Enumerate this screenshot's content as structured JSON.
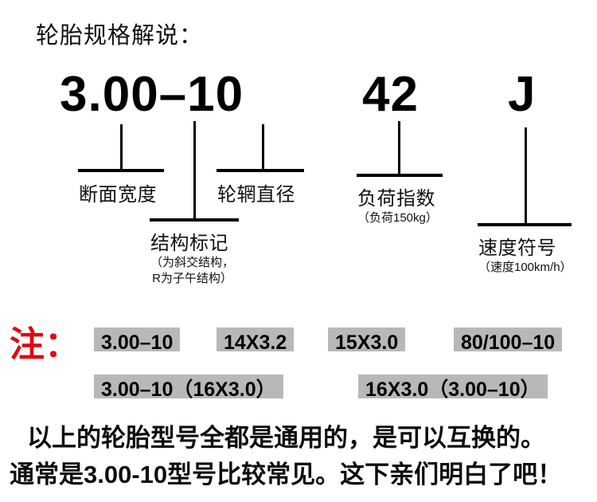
{
  "title": "轮胎规格解说：",
  "spec": {
    "size_code": "3.00–10",
    "load_index": "42",
    "speed_symbol": "J"
  },
  "callouts": [
    {
      "key": "section_width",
      "label": "断面宽度",
      "sub": ""
    },
    {
      "key": "construction_mark",
      "label": "结构标记",
      "sub_line1": "（为斜交结构，",
      "sub_line2": "R为子午结构）"
    },
    {
      "key": "rim_diameter",
      "label": "轮辋直径",
      "sub": ""
    },
    {
      "key": "load_index",
      "label": "负荷指数",
      "sub": "（负荷150kg）"
    },
    {
      "key": "speed_symbol",
      "label": "速度符号",
      "sub": "（速度100km/h）"
    }
  ],
  "note": {
    "marker": "注：",
    "marker_color": "#e00812",
    "chip_bg": "#b8b8b8",
    "row1": [
      "3.00–10",
      "14X3.2",
      "15X3.0",
      "80/100–10"
    ],
    "row2": [
      "3.00–10（16X3.0）",
      "16X3.0（3.00–10）"
    ]
  },
  "conclusion": {
    "line1": "以上的轮胎型号全都是通用的，是可以互换的。",
    "line2": "通常是3.00-10型号比较常见。这下亲们明白了吧！"
  }
}
